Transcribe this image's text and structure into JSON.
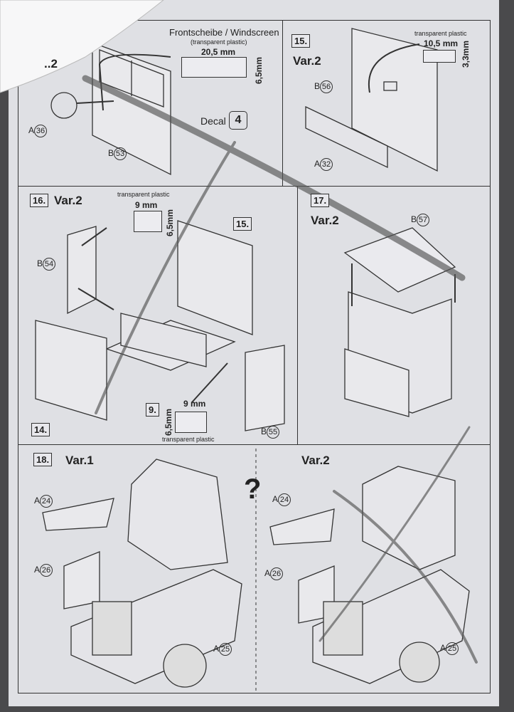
{
  "step14": {
    "var_label": "..2",
    "title": "Frontscheibe / Windscreen",
    "material": "(transparent plastic)",
    "width": "20,5 mm",
    "height": "6,5mm",
    "decal_label": "Decal",
    "decal_number": "4",
    "parts": {
      "a36_prefix": "A",
      "a36_num": "36",
      "b53_prefix": "B",
      "b53_num": "53"
    }
  },
  "step15": {
    "number": "15.",
    "var_label": "Var.2",
    "material": "transparent plastic",
    "width": "10,5 mm",
    "height": "3,3mm",
    "parts": {
      "b56_prefix": "B",
      "b56_num": "56",
      "a32_prefix": "A",
      "a32_num": "32"
    }
  },
  "step16": {
    "number": "16.",
    "var_label": "Var.2",
    "material_top": "transparent plastic",
    "width_top": "9 mm",
    "height_top": "6,5mm",
    "ref_15": "15.",
    "ref_9": "9.",
    "ref_14": "14.",
    "width_bottom": "9 mm",
    "height_bottom": "6,5mm",
    "material_bottom": "transparent plastic",
    "parts": {
      "b54_prefix": "B",
      "b54_num": "54",
      "b55_prefix": "B",
      "b55_num": "55"
    }
  },
  "step17": {
    "number": "17.",
    "var_label": "Var.2",
    "parts": {
      "b57_prefix": "B",
      "b57_num": "57"
    }
  },
  "step18": {
    "number": "18.",
    "var1_label": "Var.1",
    "question": "?",
    "var2_label": "Var.2",
    "left_parts": {
      "a24_prefix": "A",
      "a24_num": "24",
      "a26_prefix": "A",
      "a26_num": "26",
      "a25_prefix": "A",
      "a25_num": "25"
    },
    "right_parts": {
      "a24_prefix": "A",
      "a24_num": "24",
      "a26_prefix": "A",
      "a26_num": "26",
      "a25_prefix": "A",
      "a25_num": "25"
    }
  }
}
